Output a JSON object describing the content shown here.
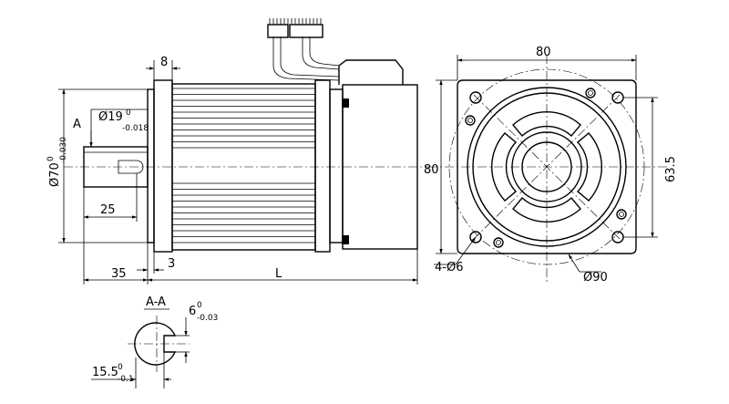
{
  "side_view": {
    "flange_thickness": "8",
    "shaft_label": "A",
    "shaft_diameter": "Ø19",
    "shaft_diameter_upper": "0",
    "shaft_diameter_lower": "-0.018",
    "pilot_diameter": "Ø70",
    "pilot_diameter_upper": "0",
    "pilot_diameter_lower": "-0.030",
    "key_length": "25",
    "shaft_length": "35",
    "pilot_depth": "3",
    "body_length": "L"
  },
  "front_view": {
    "flange_width": "80",
    "flange_height": "80",
    "hole_spacing": "63.5",
    "mounting_holes": "4-Ø6",
    "bolt_circle": "Ø90"
  },
  "section_view": {
    "label": "A-A",
    "key_width": "6",
    "key_width_upper": "0",
    "key_width_lower": "-0.03",
    "key_depth": "15.5",
    "key_depth_upper": "0",
    "key_depth_lower": "-0.1"
  }
}
